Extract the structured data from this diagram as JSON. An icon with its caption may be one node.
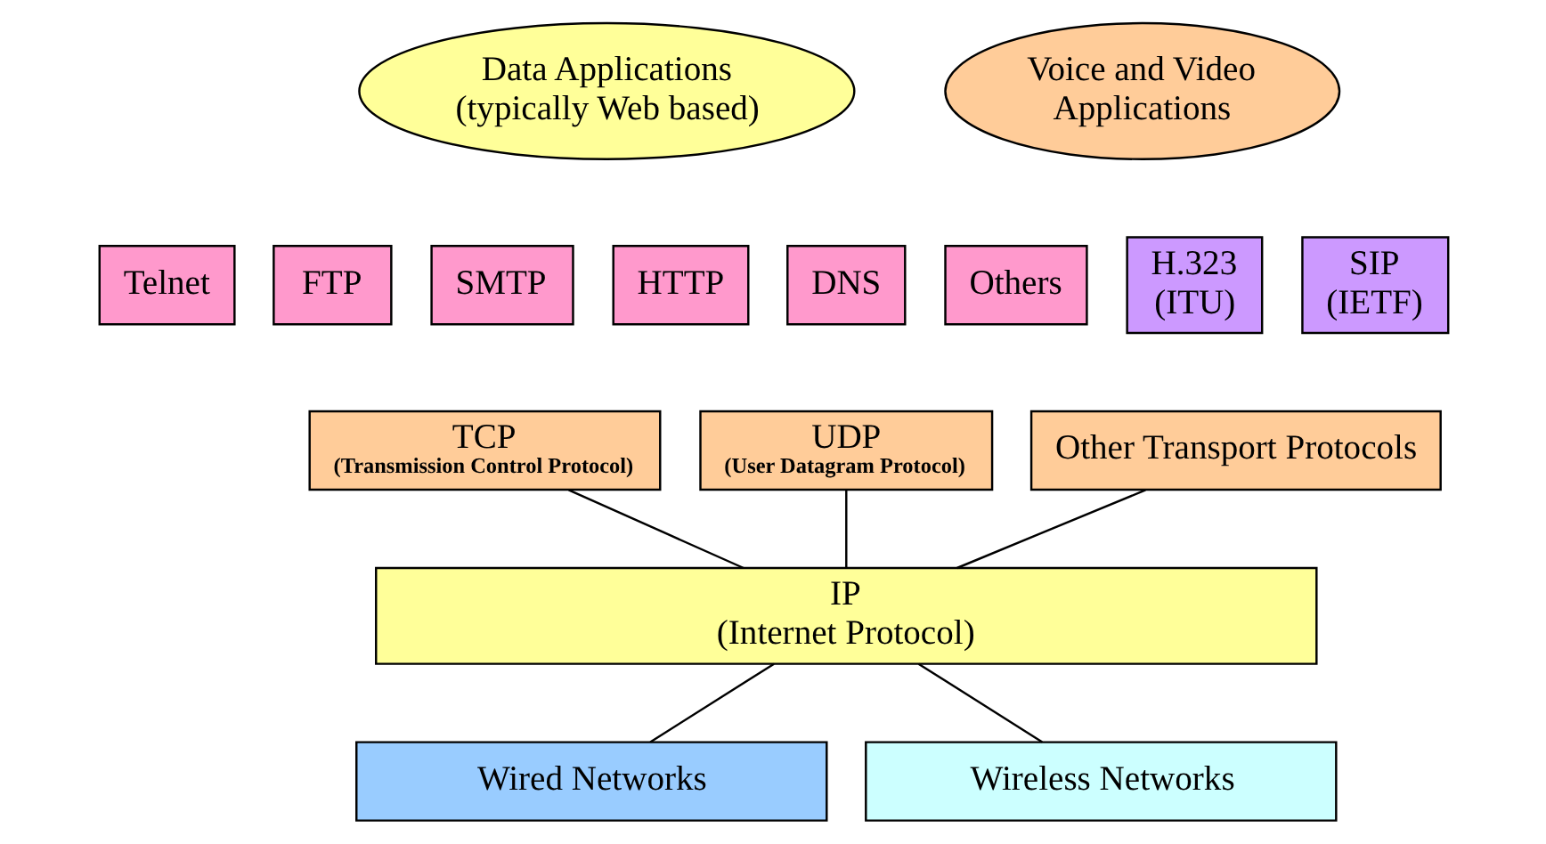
{
  "diagram": {
    "nodes": [
      {
        "text": [
          "Data Applications (typically Web based)"
        ]
      },
      {
        "text": [
          "Voice and Video Applications"
        ]
      },
      {
        "text": [
          "Telnet"
        ]
      },
      {
        "text": [
          "FTP"
        ]
      },
      {
        "text": [
          "SMTP"
        ]
      },
      {
        "text": [
          "HTTP"
        ]
      },
      {
        "text": [
          "DNS"
        ]
      },
      {
        "text": [
          "Others"
        ]
      },
      {
        "text": [
          "H.323 (ITU)"
        ]
      },
      {
        "text": [
          "SIP (IETF)"
        ]
      },
      {
        "text": [
          "TCP",
          "(Transmission Control Protocol)"
        ]
      },
      {
        "text": [
          "UDP",
          "(User Datagram Protocol)"
        ]
      },
      {
        "text": [
          "Other Transport Protocols"
        ]
      },
      {
        "text": [
          "IP (Internet Protocol)"
        ]
      },
      {
        "text": [
          "Wired Networks"
        ]
      },
      {
        "text": [
          "Wireless Networks"
        ]
      }
    ],
    "edges": [
      {
        "from": 10,
        "to": 13,
        "arrow": "none"
      },
      {
        "from": 11,
        "to": 13,
        "arrow": "none"
      },
      {
        "from": 12,
        "to": 13,
        "arrow": "none"
      },
      {
        "from": 13,
        "to": 14,
        "arrow": "none"
      },
      {
        "from": 13,
        "to": 15,
        "arrow": "none"
      }
    ]
  }
}
